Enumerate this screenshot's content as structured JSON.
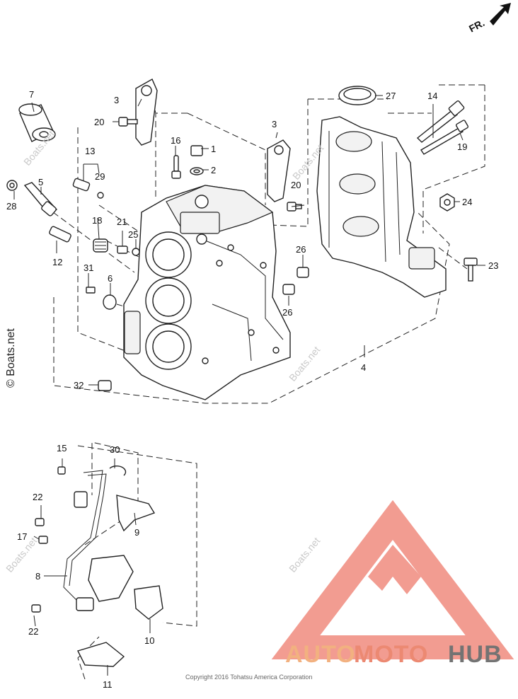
{
  "diagram": {
    "direction_label": "FR.",
    "callouts": [
      {
        "id": "c1",
        "text": "1"
      },
      {
        "id": "c2",
        "text": "2"
      },
      {
        "id": "c3a",
        "text": "3"
      },
      {
        "id": "c3b",
        "text": "3"
      },
      {
        "id": "c4",
        "text": "4"
      },
      {
        "id": "c5",
        "text": "5"
      },
      {
        "id": "c6",
        "text": "6"
      },
      {
        "id": "c7",
        "text": "7"
      },
      {
        "id": "c8",
        "text": "8"
      },
      {
        "id": "c9",
        "text": "9"
      },
      {
        "id": "c10",
        "text": "10"
      },
      {
        "id": "c11",
        "text": "11"
      },
      {
        "id": "c12",
        "text": "12"
      },
      {
        "id": "c13",
        "text": "13"
      },
      {
        "id": "c14",
        "text": "14"
      },
      {
        "id": "c15",
        "text": "15"
      },
      {
        "id": "c16",
        "text": "16"
      },
      {
        "id": "c17",
        "text": "17"
      },
      {
        "id": "c18",
        "text": "18"
      },
      {
        "id": "c19",
        "text": "19"
      },
      {
        "id": "c20a",
        "text": "20"
      },
      {
        "id": "c20b",
        "text": "20"
      },
      {
        "id": "c21",
        "text": "21"
      },
      {
        "id": "c22a",
        "text": "22"
      },
      {
        "id": "c22b",
        "text": "22"
      },
      {
        "id": "c23",
        "text": "23"
      },
      {
        "id": "c24",
        "text": "24"
      },
      {
        "id": "c25",
        "text": "25"
      },
      {
        "id": "c26a",
        "text": "26"
      },
      {
        "id": "c26b",
        "text": "26"
      },
      {
        "id": "c27",
        "text": "27"
      },
      {
        "id": "c28",
        "text": "28"
      },
      {
        "id": "c29",
        "text": "29"
      },
      {
        "id": "c30",
        "text": "30"
      },
      {
        "id": "c31",
        "text": "31"
      },
      {
        "id": "c32",
        "text": "32"
      }
    ]
  },
  "watermark": {
    "site": "Boats.net",
    "copyright_side": "© Boats.net",
    "copyright_footer": "Copyright 2016 Tohatsu America Corporation"
  },
  "logo": {
    "brand_auto": "AUTO",
    "brand_moto": "MOTO",
    "brand_hub": "HUB",
    "colors": {
      "auto": "#f0a46a",
      "moto": "#e9755a",
      "hub": "#5b5b5b",
      "triangle": "#f08b7e"
    }
  }
}
